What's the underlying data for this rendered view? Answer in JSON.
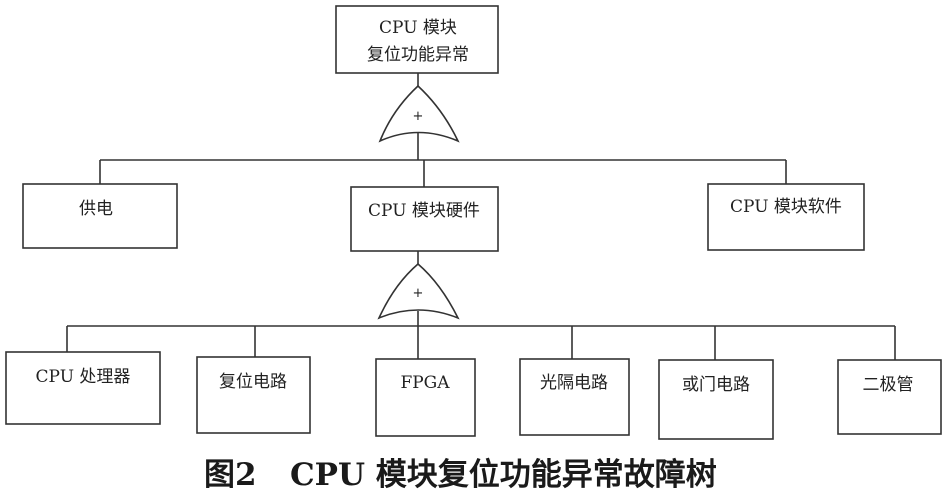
{
  "fault_tree": {
    "top_event": {
      "lines": [
        "CPU 模块",
        "复位功能异常"
      ]
    },
    "top_gate": {
      "symbol": "+"
    },
    "level1": {
      "power": {
        "label": "供电"
      },
      "hardware": {
        "label": "CPU 模块硬件"
      },
      "software": {
        "label": "CPU 模块软件"
      }
    },
    "hardware_gate": {
      "symbol": "+"
    },
    "level2": [
      {
        "label": "CPU 处理器"
      },
      {
        "label": "复位电路"
      },
      {
        "label": "FPGA"
      },
      {
        "label": "光隔电路"
      },
      {
        "label": "或门电路"
      },
      {
        "label": "二极管"
      }
    ]
  },
  "caption": {
    "figure_number": "图2",
    "title": "CPU 模块复位功能异常故障树"
  }
}
